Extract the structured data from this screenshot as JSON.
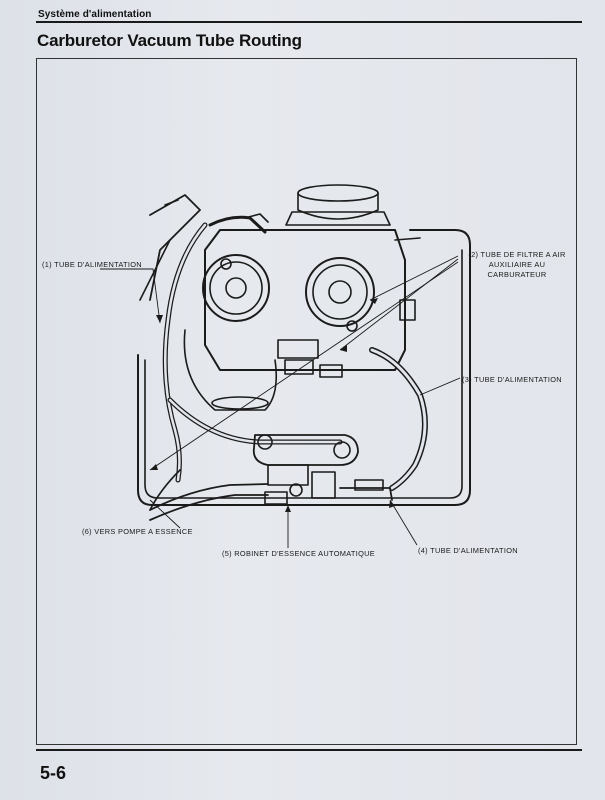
{
  "header": {
    "section_label": "Système d'alimentation",
    "title": "Carburetor Vacuum Tube Routing"
  },
  "callouts": {
    "c1": "(1) TUBE D'ALIMENTATION",
    "c2_line1": "(2) TUBE DE FILTRE A AIR",
    "c2_line2": "AUXILIAIRE AU",
    "c2_line3": "CARBURATEUR",
    "c3": "(3) TUBE D'ALIMENTATION",
    "c4": "(4) TUBE D'ALIMENTATION",
    "c5": "(5) ROBINET D'ESSENCE AUTOMATIQUE",
    "c6": "(6) VERS POMPE A ESSENCE"
  },
  "footer": {
    "page_number": "5-6"
  }
}
